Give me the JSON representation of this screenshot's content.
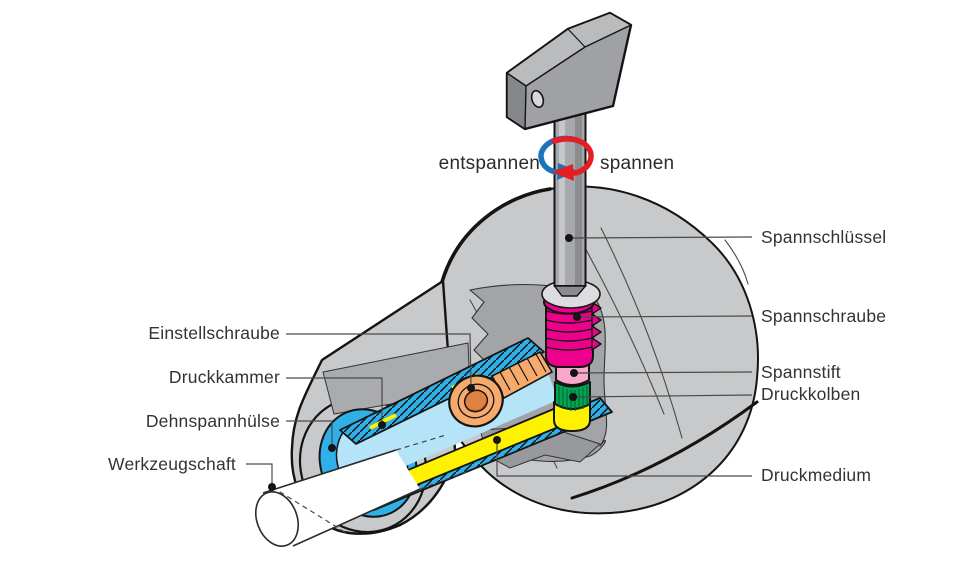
{
  "diagram": {
    "description": "Cutaway diagram of a hydraulic expansion toolholder (Dehnspannfutter) with clamping key",
    "rotation": {
      "left_text": "entspannen",
      "right_text": "spannen",
      "ccw_arrow_color": "#1B75BB",
      "cw_arrow_color": "#E31E24"
    },
    "labels_left": [
      {
        "id": "einstellschraube",
        "text": "Einstellschraube"
      },
      {
        "id": "druckkammer",
        "text": "Druckkammer"
      },
      {
        "id": "dehnspannhuelse",
        "text": "Dehnspannhülse"
      },
      {
        "id": "werkzeugschaft",
        "text": "Werkzeugschaft"
      }
    ],
    "labels_right": [
      {
        "id": "spannschluessel",
        "text": "Spannschlüssel"
      },
      {
        "id": "spannschraube",
        "text": "Spannschraube"
      },
      {
        "id": "spannstift",
        "text": "Spannstift"
      },
      {
        "id": "druckkolben",
        "text": "Druckkolben"
      },
      {
        "id": "druckmedium",
        "text": "Druckmedium"
      }
    ],
    "part_colors": {
      "body_gray": "#C7C9CB",
      "cut_face_gray": "#A2A4A7",
      "dark_wedge_gray": "#97999C",
      "key_gray": "#9FA1A4",
      "sleeve_blue": "#2FB0E8",
      "bore_light_blue": "#B5E3F8",
      "pressure_medium_yellow": "#FFF200",
      "piston_green": "#00A651",
      "pin_pink": "#F7A8CB",
      "clamp_screw_magenta": "#EC008C",
      "adjust_screw_orange": "#F6AA6B",
      "outline_black": "#141414",
      "leader_line_gray": "#4a4a4a",
      "label_text": "#333333"
    }
  }
}
